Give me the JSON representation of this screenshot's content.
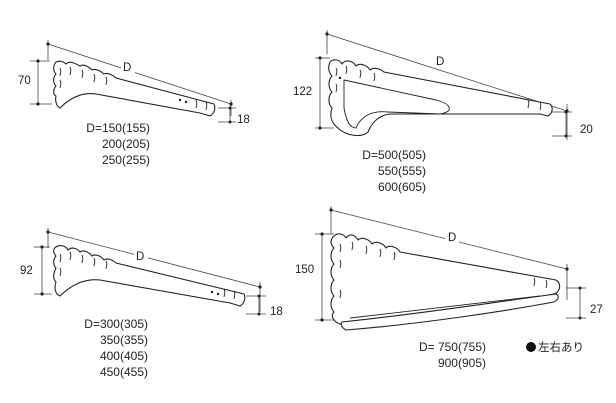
{
  "brackets": [
    {
      "depth_label": "D",
      "height_label": "70",
      "thick_label": "18",
      "sizes": [
        "D=150(155)",
        "200(205)",
        "250(255)"
      ]
    },
    {
      "depth_label": "D",
      "height_label": "122",
      "thick_label": "20",
      "sizes": [
        "D=500(505)",
        "550(555)",
        "600(605)"
      ]
    },
    {
      "depth_label": "D",
      "height_label": "92",
      "thick_label": "18",
      "sizes": [
        "D=300(305)",
        "350(355)",
        "400(405)",
        "450(455)"
      ]
    },
    {
      "depth_label": "D",
      "height_label": "150",
      "thick_label": "27",
      "sizes": [
        "D= 750(755)",
        "900(905)"
      ]
    }
  ],
  "note": "左右あり"
}
